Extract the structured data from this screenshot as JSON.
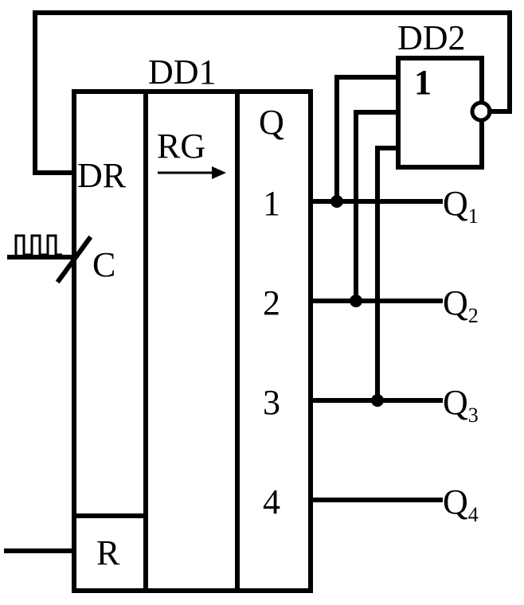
{
  "diagram": {
    "register_name": "DD1",
    "register_label": "RG",
    "gate_name": "DD2",
    "gate_symbol": "1",
    "inputs": {
      "data": "DR",
      "clock": "C",
      "reset": "R"
    },
    "output_header": "Q",
    "output_pins": [
      "1",
      "2",
      "3",
      "4"
    ],
    "outputs": [
      {
        "base": "Q",
        "index": "1"
      },
      {
        "base": "Q",
        "index": "2"
      },
      {
        "base": "Q",
        "index": "3"
      },
      {
        "base": "Q",
        "index": "4"
      }
    ]
  }
}
